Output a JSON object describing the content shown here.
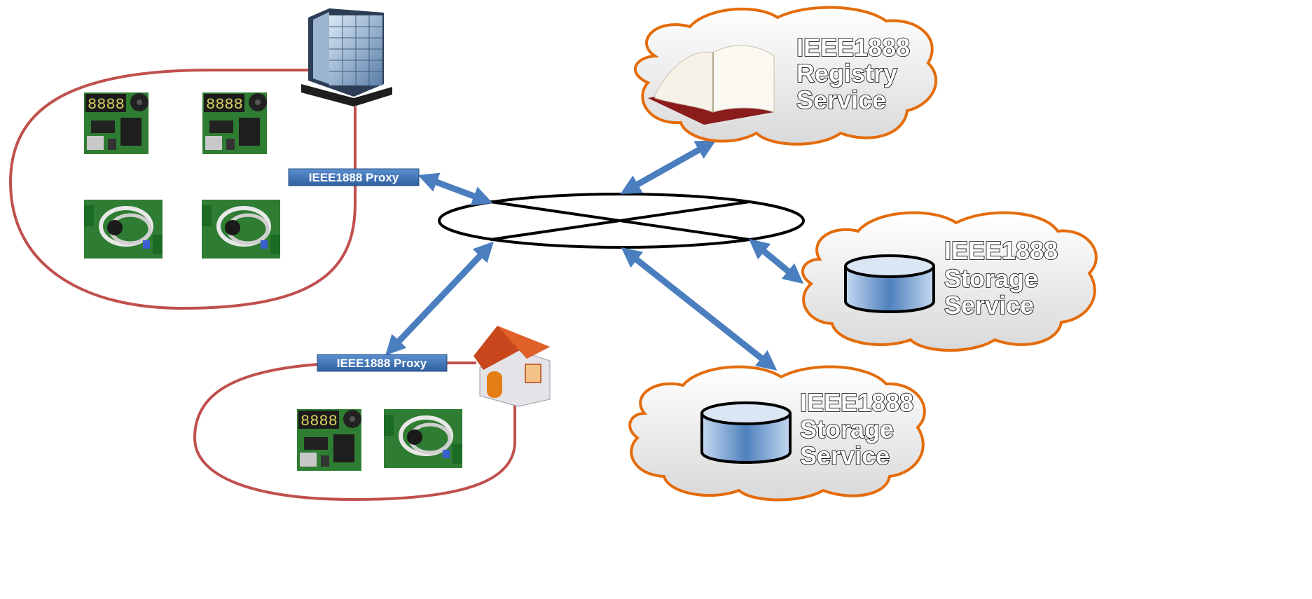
{
  "proxies": [
    {
      "label": "IEEE1888 Proxy"
    },
    {
      "label": "IEEE1888 Proxy"
    }
  ],
  "services": [
    {
      "lines": [
        "IEEE1888",
        "Registry",
        "Service"
      ],
      "icon": "book-icon"
    },
    {
      "lines": [
        "IEEE1888",
        "Storage",
        "Service"
      ],
      "icon": "database-icon"
    },
    {
      "lines": [
        "IEEE1888",
        "Storage",
        "Service"
      ],
      "icon": "database-icon"
    }
  ],
  "icons": {
    "building": "office-building-icon",
    "house": "house-icon",
    "display_board": "sensor-board-display-icon",
    "coil_board": "sensor-board-coil-icon"
  },
  "colors": {
    "arrow": "#4a7ebf",
    "site_boundary": "#c0504d",
    "cloud_border": "#e46c0a",
    "proxy_fill": "#3b73b9",
    "board_green": "#2f7d32"
  }
}
